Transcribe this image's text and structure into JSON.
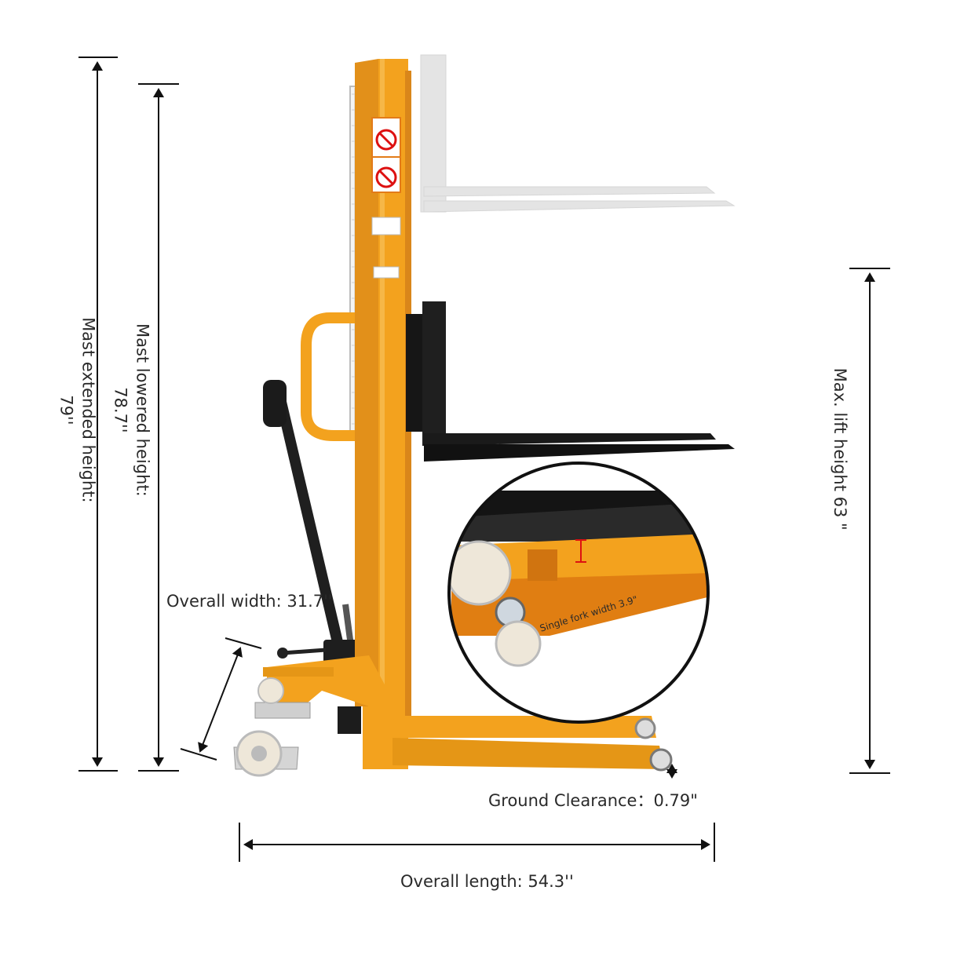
{
  "dimensions": {
    "mast_extended": {
      "label": "Mast extended height:",
      "value": "79''"
    },
    "mast_lowered": {
      "label": "Mast lowered height:",
      "value": "78.7''"
    },
    "max_lift": {
      "label": "Max. lift height 63 \""
    },
    "overall_width": {
      "label": "Overall width: 31.7''"
    },
    "ground_clearance": {
      "label": "Ground Clearance：0.79\""
    },
    "overall_length": {
      "label": "Overall length: 54.3''"
    },
    "single_fork_width": {
      "label": "Single fork width 3.9\""
    }
  },
  "colors": {
    "frame": "#f3a21e",
    "frame_dark": "#d9861a",
    "fork": "#1b1b1b",
    "ghost": "#e3e3e3",
    "arrow": "#111111"
  }
}
